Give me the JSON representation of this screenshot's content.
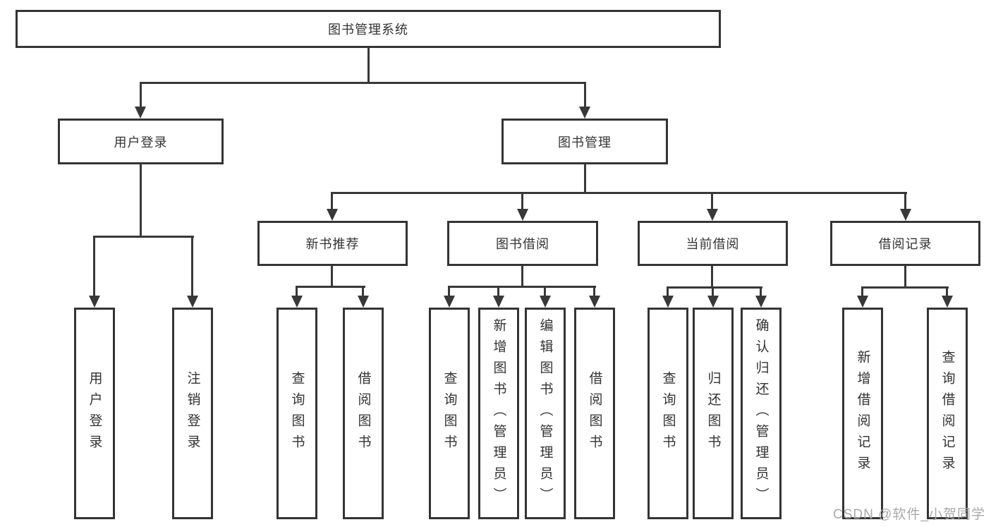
{
  "diagram": {
    "type": "hierarchy-tree",
    "root": {
      "label": "图书管理系统",
      "children": [
        {
          "label": "用户登录",
          "children": [
            {
              "label": "用户登录"
            },
            {
              "label": "注销登录"
            }
          ]
        },
        {
          "label": "图书管理",
          "children": [
            {
              "label": "新书推荐",
              "children": [
                {
                  "label": "查询图书"
                },
                {
                  "label": "借阅图书"
                }
              ]
            },
            {
              "label": "图书借阅",
              "children": [
                {
                  "label": "查询图书"
                },
                {
                  "label": "新增图书（管理员）"
                },
                {
                  "label": "编辑图书（管理员）"
                },
                {
                  "label": "借阅图书"
                }
              ]
            },
            {
              "label": "当前借阅",
              "children": [
                {
                  "label": "查询图书"
                },
                {
                  "label": "归还图书"
                },
                {
                  "label": "确认归还（管理员）"
                }
              ]
            },
            {
              "label": "借阅记录",
              "children": [
                {
                  "label": "新增借阅记录"
                },
                {
                  "label": "查询借阅记录"
                }
              ]
            }
          ]
        }
      ]
    }
  },
  "watermark": {
    "text": "CSDN @软件_小贺同学",
    "color": "#a9a9a9"
  },
  "colors": {
    "background": "#ffffff",
    "box_border": "#343434",
    "connector_line": "#383838",
    "text": "#333333",
    "watermark": "#a9a9a9"
  }
}
